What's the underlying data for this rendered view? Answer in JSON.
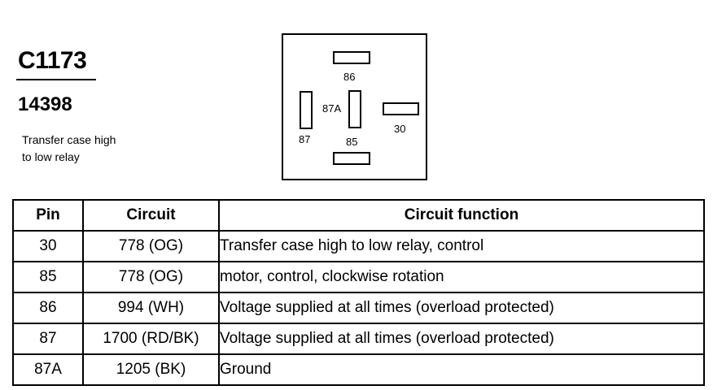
{
  "connector": {
    "id": "C1173",
    "part_number": "14398",
    "description_line1": "Transfer case high",
    "description_line2": "to low relay"
  },
  "diagram": {
    "pins": [
      "86",
      "87A",
      "30",
      "87",
      "85"
    ]
  },
  "table": {
    "headers": [
      "Pin",
      "Circuit",
      "Circuit function"
    ],
    "rows": [
      {
        "pin": "30",
        "circuit": "778 (OG)",
        "function": "Transfer case high to low relay, control"
      },
      {
        "pin": "85",
        "circuit": "778 (OG)",
        "function": "motor, control, clockwise rotation"
      },
      {
        "pin": "86",
        "circuit": "994 (WH)",
        "function": "Voltage supplied at all times (overload protected)"
      },
      {
        "pin": "87",
        "circuit": "1700 (RD/BK)",
        "function": "Voltage supplied at all times (overload protected)"
      },
      {
        "pin": "87A",
        "circuit": "1205 (BK)",
        "function": "Ground"
      }
    ]
  }
}
